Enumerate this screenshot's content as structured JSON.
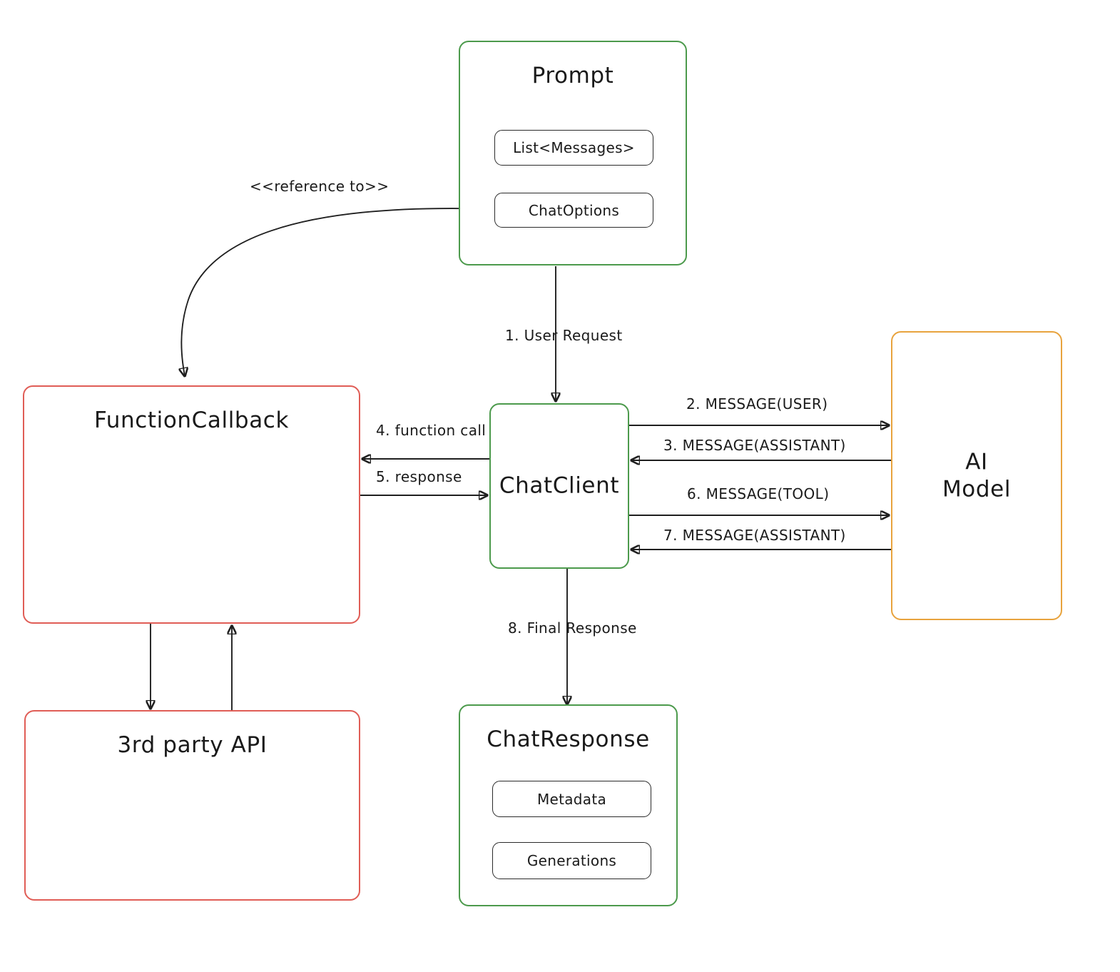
{
  "diagram": {
    "title": "Spring AI ChatClient function calling flow",
    "colors": {
      "green": "#4c9a4c",
      "red": "#e05d56",
      "orange": "#e8a33d",
      "stroke": "#1f1f1f",
      "text": "#1a1a1a",
      "background": "#ffffff"
    }
  },
  "nodes": {
    "prompt": {
      "label": "Prompt",
      "items": [
        {
          "label": "List<Messages>"
        },
        {
          "label": "ChatOptions"
        }
      ]
    },
    "function_callback": {
      "label": "FunctionCallback"
    },
    "third_party_api": {
      "label": "3rd party API"
    },
    "chat_client": {
      "label": "ChatClient"
    },
    "ai_model": {
      "label": "AI\nModel"
    },
    "chat_response": {
      "label": "ChatResponse",
      "items": [
        {
          "label": "Metadata"
        },
        {
          "label": "Generations"
        }
      ]
    }
  },
  "edges": [
    {
      "id": "reference-to",
      "label": "<<reference to>>",
      "from": "ChatOptions",
      "to": "FunctionCallback"
    },
    {
      "id": "user-request",
      "label": "1. User Request",
      "from": "Prompt",
      "to": "ChatClient"
    },
    {
      "id": "message-user",
      "label": "2. MESSAGE(USER)",
      "from": "ChatClient",
      "to": "AI Model"
    },
    {
      "id": "message-assistant-3",
      "label": "3. MESSAGE(ASSISTANT)",
      "from": "AI Model",
      "to": "ChatClient"
    },
    {
      "id": "function-call",
      "label": "4. function call",
      "from": "ChatClient",
      "to": "FunctionCallback"
    },
    {
      "id": "response",
      "label": "5. response",
      "from": "FunctionCallback",
      "to": "ChatClient"
    },
    {
      "id": "message-tool",
      "label": "6. MESSAGE(TOOL)",
      "from": "ChatClient",
      "to": "AI Model"
    },
    {
      "id": "message-assistant-7",
      "label": "7. MESSAGE(ASSISTANT)",
      "from": "AI Model",
      "to": "ChatClient"
    },
    {
      "id": "final-response",
      "label": "8. Final Response",
      "from": "ChatClient",
      "to": "ChatResponse"
    }
  ]
}
